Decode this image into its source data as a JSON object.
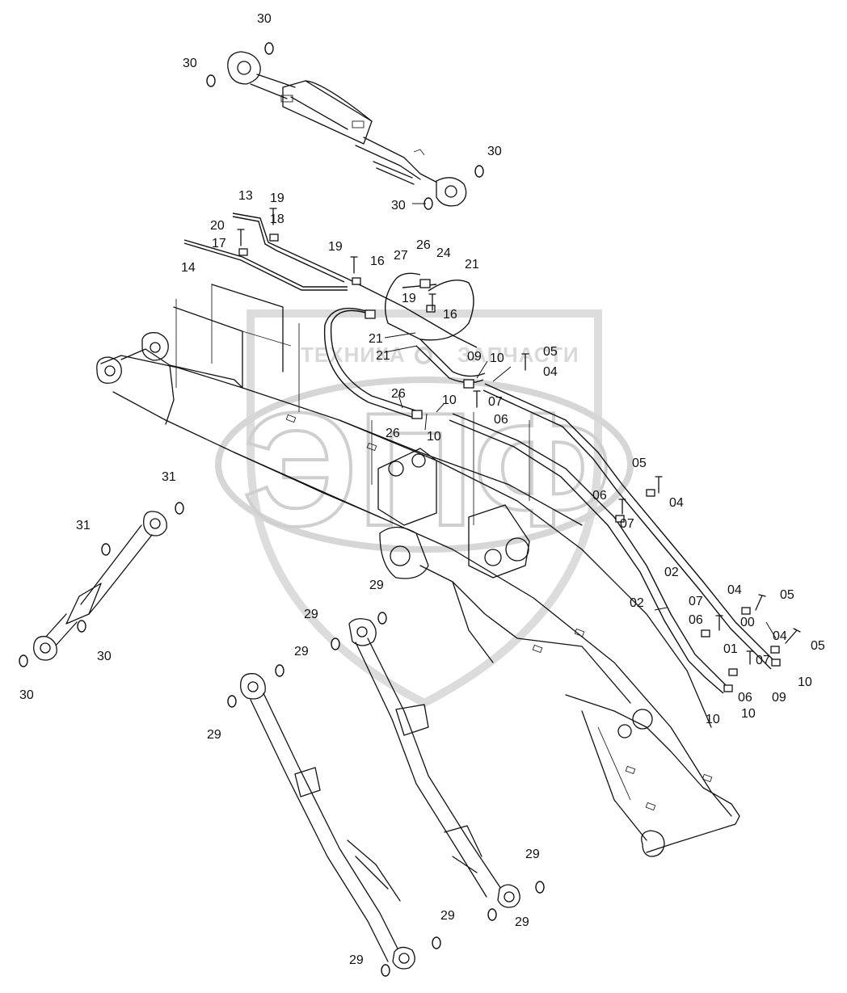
{
  "watermark": {
    "left_text": "ТЕХНИКА",
    "right_text": "ЗАПЧАСТИ",
    "logo_text": "ЭПФ"
  },
  "labels": [
    {
      "id": "l1",
      "text": "30"
    },
    {
      "id": "l2",
      "text": "30"
    },
    {
      "id": "l3",
      "text": "30"
    },
    {
      "id": "l4",
      "text": "30"
    },
    {
      "id": "l5",
      "text": "13"
    },
    {
      "id": "l6",
      "text": "19"
    },
    {
      "id": "l7",
      "text": "18"
    },
    {
      "id": "l8",
      "text": "20"
    },
    {
      "id": "l9",
      "text": "17"
    },
    {
      "id": "l10",
      "text": "14"
    },
    {
      "id": "l11",
      "text": "19"
    },
    {
      "id": "l12",
      "text": "16"
    },
    {
      "id": "l13",
      "text": "27"
    },
    {
      "id": "l14",
      "text": "26"
    },
    {
      "id": "l15",
      "text": "24"
    },
    {
      "id": "l16",
      "text": "21"
    },
    {
      "id": "l17",
      "text": "19"
    },
    {
      "id": "l18",
      "text": "16"
    },
    {
      "id": "l19",
      "text": "21"
    },
    {
      "id": "l20",
      "text": "21"
    },
    {
      "id": "l21",
      "text": "09"
    },
    {
      "id": "l22",
      "text": "10"
    },
    {
      "id": "l23",
      "text": "05"
    },
    {
      "id": "l24",
      "text": "04"
    },
    {
      "id": "l25",
      "text": "26"
    },
    {
      "id": "l26",
      "text": "10"
    },
    {
      "id": "l27",
      "text": "07"
    },
    {
      "id": "l28",
      "text": "06"
    },
    {
      "id": "l29",
      "text": "26"
    },
    {
      "id": "l30",
      "text": "10"
    },
    {
      "id": "l31",
      "text": "05"
    },
    {
      "id": "l32",
      "text": "04"
    },
    {
      "id": "l33",
      "text": "06"
    },
    {
      "id": "l34",
      "text": "07"
    },
    {
      "id": "l35",
      "text": "31"
    },
    {
      "id": "l36",
      "text": "31"
    },
    {
      "id": "l37",
      "text": "02"
    },
    {
      "id": "l38",
      "text": "02"
    },
    {
      "id": "l39",
      "text": "04"
    },
    {
      "id": "l40",
      "text": "05"
    },
    {
      "id": "l41",
      "text": "07"
    },
    {
      "id": "l42",
      "text": "06"
    },
    {
      "id": "l43",
      "text": "00"
    },
    {
      "id": "l44",
      "text": "01"
    },
    {
      "id": "l45",
      "text": "05"
    },
    {
      "id": "l46",
      "text": "04"
    },
    {
      "id": "l47",
      "text": "07"
    },
    {
      "id": "l48",
      "text": "29"
    },
    {
      "id": "l49",
      "text": "29"
    },
    {
      "id": "l50",
      "text": "30"
    },
    {
      "id": "l51",
      "text": "29"
    },
    {
      "id": "l52",
      "text": "10"
    },
    {
      "id": "l53",
      "text": "06"
    },
    {
      "id": "l54",
      "text": "09"
    },
    {
      "id": "l55",
      "text": "30"
    },
    {
      "id": "l56",
      "text": "10"
    },
    {
      "id": "l57",
      "text": "10"
    },
    {
      "id": "l58",
      "text": "29"
    },
    {
      "id": "l59",
      "text": "29"
    },
    {
      "id": "l60",
      "text": "29"
    },
    {
      "id": "l61",
      "text": "29"
    },
    {
      "id": "l62",
      "text": "29"
    }
  ]
}
